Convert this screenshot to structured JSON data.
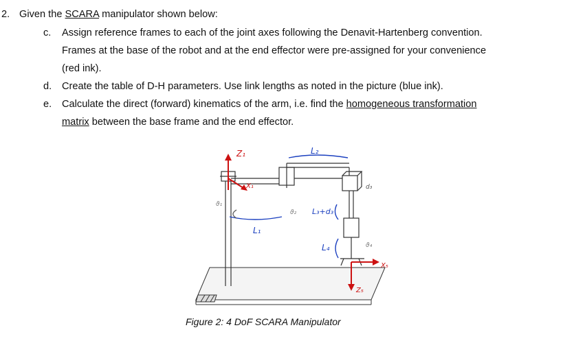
{
  "question": {
    "number": "2.",
    "intro_prefix": "Given the ",
    "intro_link": "SCARA",
    "intro_suffix": " manipulator shown below:",
    "items": [
      {
        "marker": "c.",
        "lines": [
          "Assign reference frames to each of the joint axes following the Denavit-Hartenberg convention.",
          "Frames at the base of the robot and at the end effector were pre-assigned for your convenience",
          "(red ink)."
        ]
      },
      {
        "marker": "d.",
        "lines": [
          "Create the table of D-H parameters. Use link lengths as noted in the picture (blue ink)."
        ]
      },
      {
        "marker": "e.",
        "line1_prefix": "Calculate the direct (forward) kinematics of the arm, i.e. find the ",
        "line1_link": "homogeneous transformation",
        "line2_link": "matrix",
        "line2_suffix": " between the base frame and the end effector."
      }
    ]
  },
  "figure": {
    "caption": "Figure 2: 4 DoF SCARA Manipulator",
    "labels": {
      "z1": "Z₁",
      "x1": "X₁",
      "l1": "L₁",
      "l2": "L₂",
      "l3d3": "L₃+d₃",
      "l4": "L₄",
      "d3": "d₃",
      "x5": "X₅",
      "z5": "Z₅",
      "th1": "ϑ₁",
      "th2": "ϑ₂",
      "th4": "ϑ₄"
    },
    "colors": {
      "frame_ink": "#cc1111",
      "length_ink": "#1a3fbf",
      "sketch": "#333333"
    }
  }
}
